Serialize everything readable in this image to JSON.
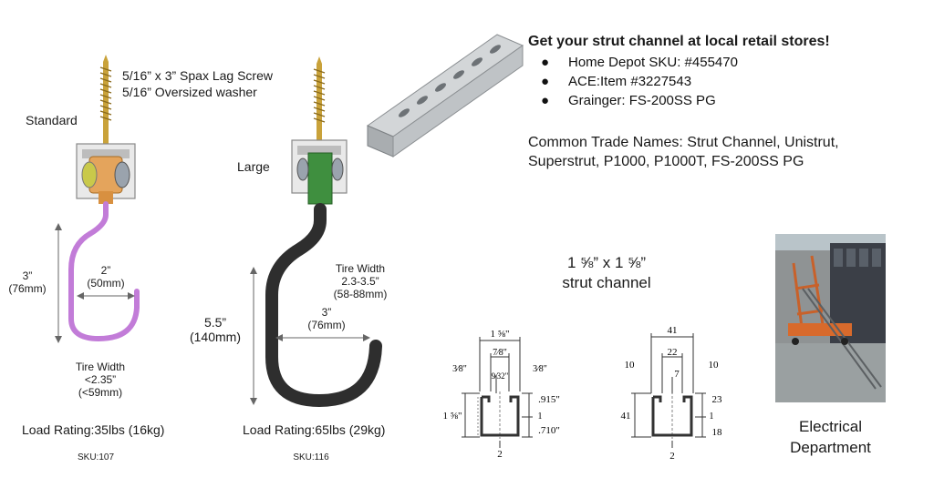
{
  "standard_hook": {
    "screw_line1": "5/16” x 3” Spax Lag Screw",
    "screw_line2": "5/16” Oversized washer",
    "name": "Standard",
    "height_in": "3”",
    "height_mm": "(76mm)",
    "width_in": "2”",
    "width_mm": "(50mm)",
    "tire_label": "Tire Width",
    "tire_in": "<2.35”",
    "tire_mm": "(<59mm)",
    "load": "Load Rating:35lbs (16kg)",
    "sku": "SKU:107",
    "colors": {
      "hook": "#c27cd8",
      "bracket": "#e4a45c"
    }
  },
  "large_hook": {
    "name": "Large",
    "height_in": "5.5”",
    "height_mm": "(140mm)",
    "width_in": "3”",
    "width_mm": "(76mm)",
    "tire_label": "Tire Width",
    "tire_in": "2.3-3.5”",
    "tire_mm": "(58-88mm)",
    "load": "Load Rating:65lbs (29kg)",
    "sku": "SKU:116",
    "colors": {
      "hook": "#2e2e2e",
      "bracket": "#3f8f3f"
    }
  },
  "retail": {
    "heading": "Get your strut channel at local retail stores!",
    "bullet": "●",
    "items": [
      "Home Depot SKU: #455470",
      "ACE:Item #3227543",
      "Grainger: FS-200SS PG"
    ]
  },
  "trade_names": {
    "line1": "Common Trade Names: Strut Channel, Unistrut,",
    "line2": "Superstrut, P1000, P1000T, FS-200SS PG"
  },
  "strut_title": {
    "line1": "1 ⅝” x 1 ⅝”",
    "line2": "strut channel"
  },
  "diagram_imperial": {
    "width": "1 ⅝\"",
    "opening": "7⁄8\"",
    "lip_left": "3⁄8\"",
    "lip_right": "3⁄8\"",
    "lip_depth": "9⁄32\"",
    "height": "1 ⅝\"",
    "upper": ".915\"",
    "center": "1",
    "lower": ".710\"",
    "bottom": "2"
  },
  "diagram_metric": {
    "width": "41",
    "opening": "22",
    "lip_left": "10",
    "lip_right": "10",
    "lip_depth": "7",
    "height": "41",
    "upper": "23",
    "center": "1",
    "lower": "18",
    "bottom": "2"
  },
  "department": {
    "line1": "Electrical",
    "line2": "Department"
  }
}
